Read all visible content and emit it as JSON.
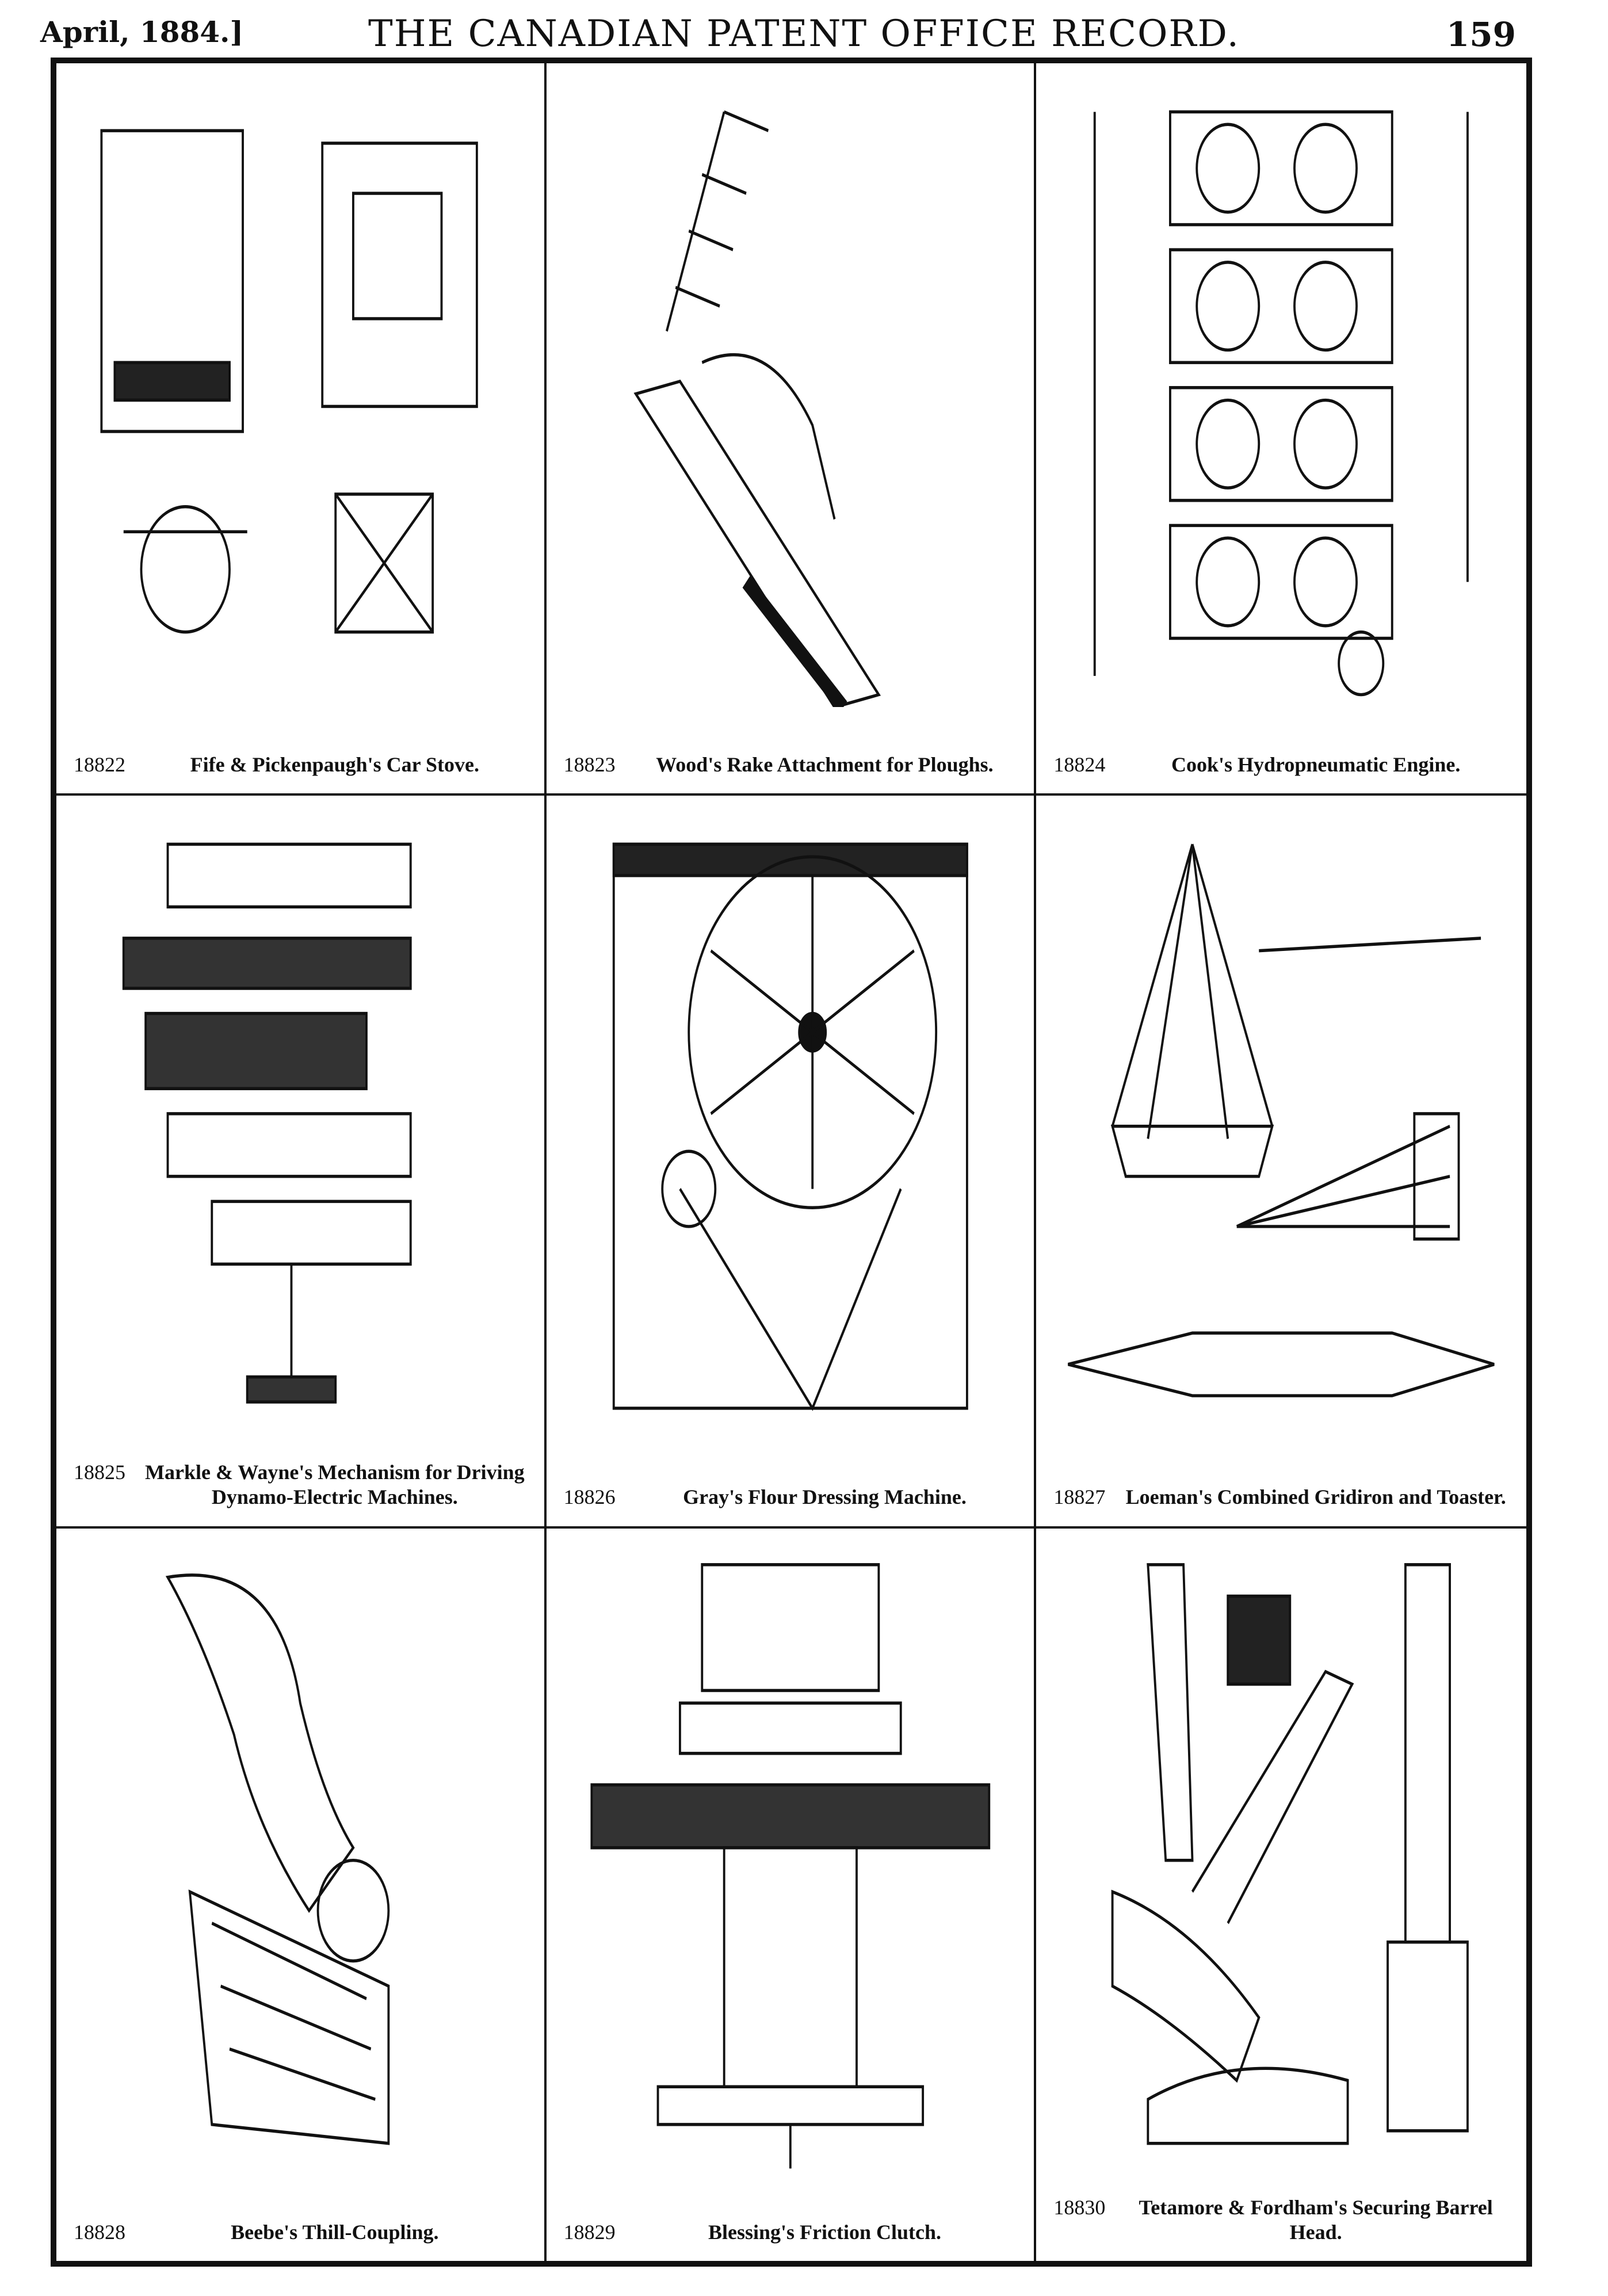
{
  "header": {
    "date": "April, 1884.]",
    "title": "THE CANADIAN PATENT OFFICE RECORD.",
    "page": "159"
  },
  "patents": [
    {
      "number": "18822",
      "title": "Fife & Pickenpaugh's Car Stove."
    },
    {
      "number": "18823",
      "title": "Wood's Rake Attachment for Ploughs."
    },
    {
      "number": "18824",
      "title": "Cook's Hydropneumatic Engine."
    },
    {
      "number": "18825",
      "title": "Markle & Wayne's Mechanism for Driving Dynamo-Electric Machines."
    },
    {
      "number": "18826",
      "title": "Gray's Flour Dressing Machine."
    },
    {
      "number": "18827",
      "title": "Loeman's Combined Gridiron and Toaster."
    },
    {
      "number": "18828",
      "title": "Beebe's Thill-Coupling."
    },
    {
      "number": "18829",
      "title": "Blessing's Friction Clutch."
    },
    {
      "number": "18830",
      "title": "Tetamore & Fordham's Securing Barrel Head."
    }
  ]
}
